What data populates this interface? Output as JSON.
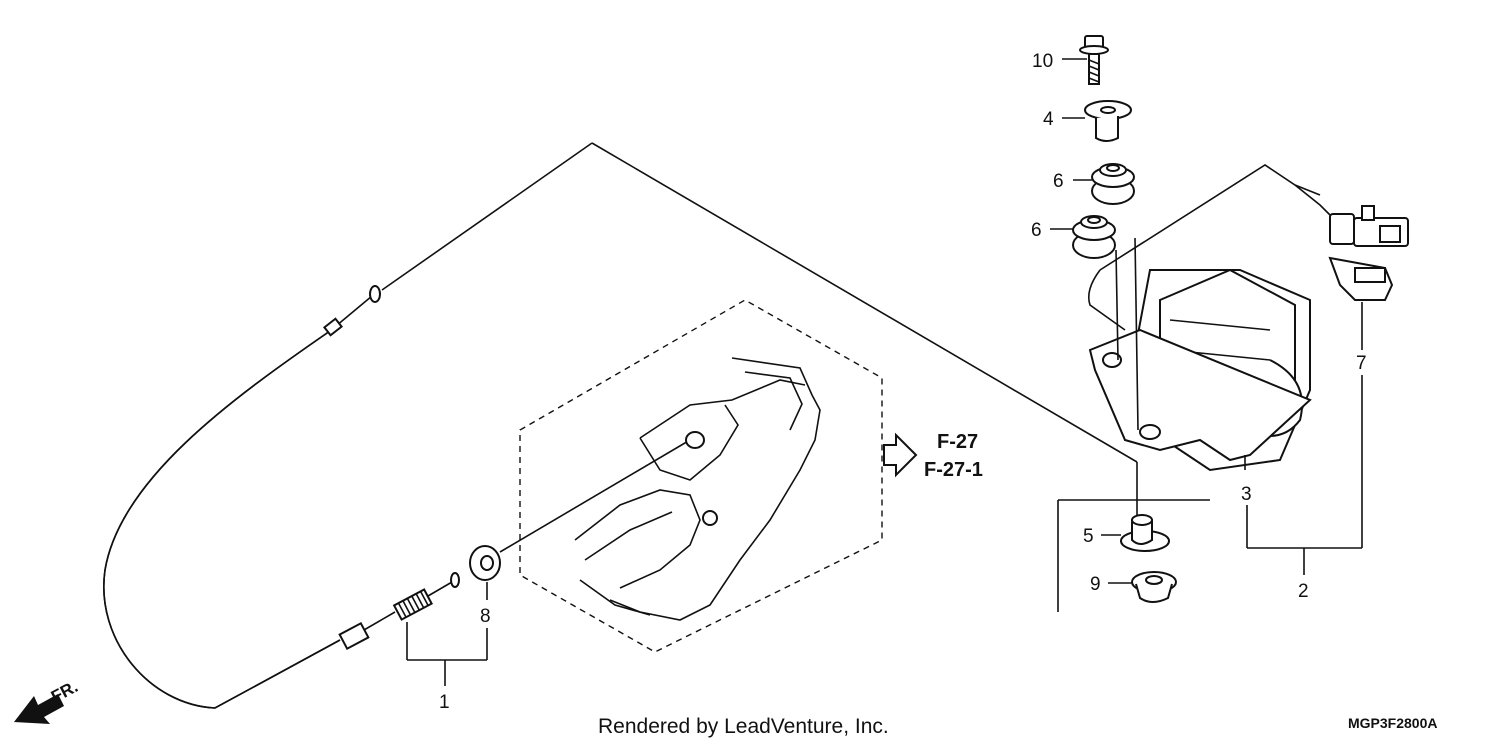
{
  "callouts": {
    "c1": "1",
    "c2": "2",
    "c3": "3",
    "c4": "4",
    "c5": "5",
    "c6a": "6",
    "c6b": "6",
    "c7": "7",
    "c8": "8",
    "c9": "9",
    "c10": "10"
  },
  "references": {
    "ref1": "F-27",
    "ref2": "F-27-1"
  },
  "direction_marker": "FR.",
  "credit": "Rendered by LeadVenture, Inc.",
  "diagram_code": "MGP3F2800A"
}
